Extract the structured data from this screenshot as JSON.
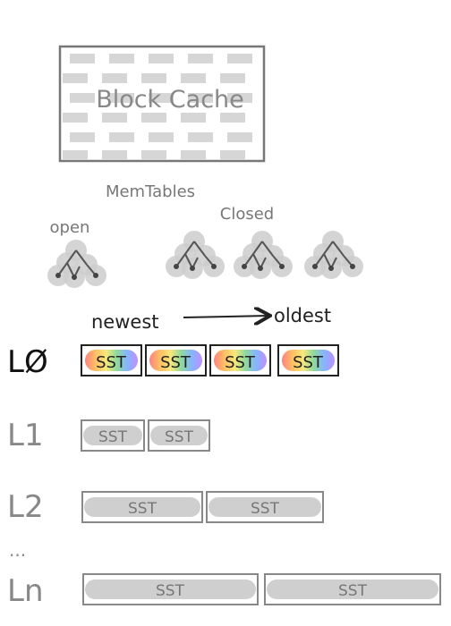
{
  "block_cache": {
    "label": "Block Cache"
  },
  "memtables": {
    "title": "MemTables",
    "open_label": "open",
    "closed_label": "Closed",
    "open_count": 1,
    "closed_count": 3
  },
  "order": {
    "newest": "newest",
    "oldest": "oldest"
  },
  "levels": [
    {
      "label": "LØ",
      "sst_label": "SST",
      "count": 4,
      "style": "colored"
    },
    {
      "label": "L1",
      "sst_label": "SST",
      "count": 2,
      "style": "gray"
    },
    {
      "label": "L2",
      "sst_label": "SST",
      "count": 2,
      "style": "gray"
    },
    {
      "label": "...",
      "sst_label": "",
      "count": 0,
      "style": "none"
    },
    {
      "label": "Ln",
      "sst_label": "SST",
      "count": 2,
      "style": "gray"
    }
  ],
  "colors": {
    "ink": "#333333",
    "gray_outline": "#888888",
    "gray_fill": "#cfcfcf",
    "brick": "#d6d6d6",
    "rainbow": [
      "#ff6b6b",
      "#ffb347",
      "#f7e463",
      "#7bd389",
      "#6fa8ff",
      "#b57bff"
    ]
  }
}
